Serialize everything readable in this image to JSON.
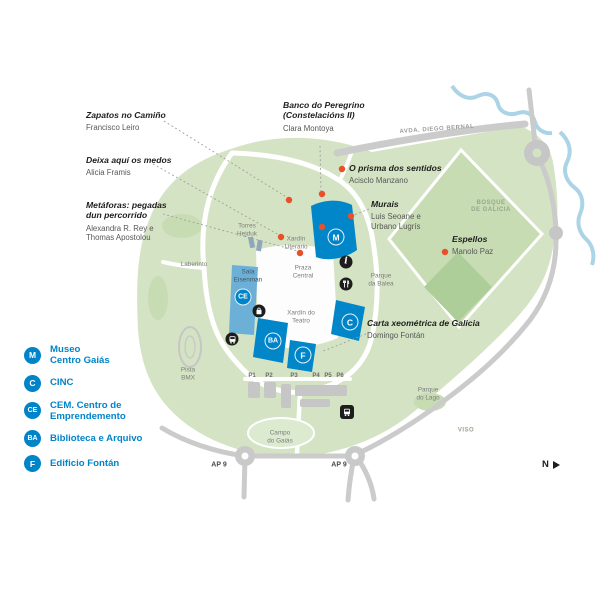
{
  "colors": {
    "brand_blue": "#0084c9",
    "artwork_orange": "#e8502a",
    "terrain_green": "#d4e3c3",
    "icon_black": "#1d1d1b"
  },
  "legend": [
    {
      "code": "M",
      "label": "Museo\nCentro Gaiás"
    },
    {
      "code": "C",
      "label": "CINC"
    },
    {
      "code": "CE",
      "label": "CEM. Centro de\nEmprendemento"
    },
    {
      "code": "BA",
      "label": "Biblioteca e Arquivo"
    },
    {
      "code": "F",
      "label": "Edificio Fontán"
    }
  ],
  "artworks": {
    "zapatos": {
      "title": "Zapatos no Camiño",
      "artist": "Francisco Leiro"
    },
    "deixa": {
      "title": "Deixa aquí os medos",
      "artist": "Alicia Framis"
    },
    "metaforas": {
      "title": "Metáforas: pegadas\ndun percorrido",
      "artist": "Alexandra R. Rey e\nThomas Apostolou"
    },
    "banco": {
      "title": "Banco do Peregrino\n(Constelacións II)",
      "artist": "Clara Montoya"
    },
    "prisma": {
      "title": "O prisma dos sentidos",
      "artist": "Acisclo Manzano"
    },
    "murais": {
      "title": "Murais",
      "artist": "Luis Seoane e\nUrbano Lugrís"
    },
    "espellos": {
      "title": "Espellos",
      "artist": "Manolo Paz"
    },
    "carta": {
      "title": "Carta xeométrica de Galicia",
      "artist": "Domingo Fontán"
    }
  },
  "map_labels": {
    "avenida": "AVDA. DIEGO BERNAL",
    "bosque": "BOSQUE\nDE GALICIA",
    "viso": "VISO",
    "torres_hejduk": "Torres\nHejduk",
    "xardin_literario": "Xardín\nLiterario",
    "laberinto": "Laberinto",
    "sala_eisenman": "Sala\nEisenman",
    "praza_central": "Praza\nCentral",
    "parque_balea": "Parque\nda Balea",
    "xardin_teatro": "Xardín do\nTeatro",
    "pista_bmx": "Pista\nBMX",
    "campo_gaias": "Campo\ndo Gaiás",
    "parque_lago": "Parque\ndo Lago",
    "ap9_west": "AP 9",
    "ap9_east": "AP 9",
    "compass_n": "N"
  },
  "icons": {
    "info": "i"
  },
  "parking": [
    "P1",
    "P2",
    "P3",
    "P4",
    "P5",
    "P6"
  ]
}
